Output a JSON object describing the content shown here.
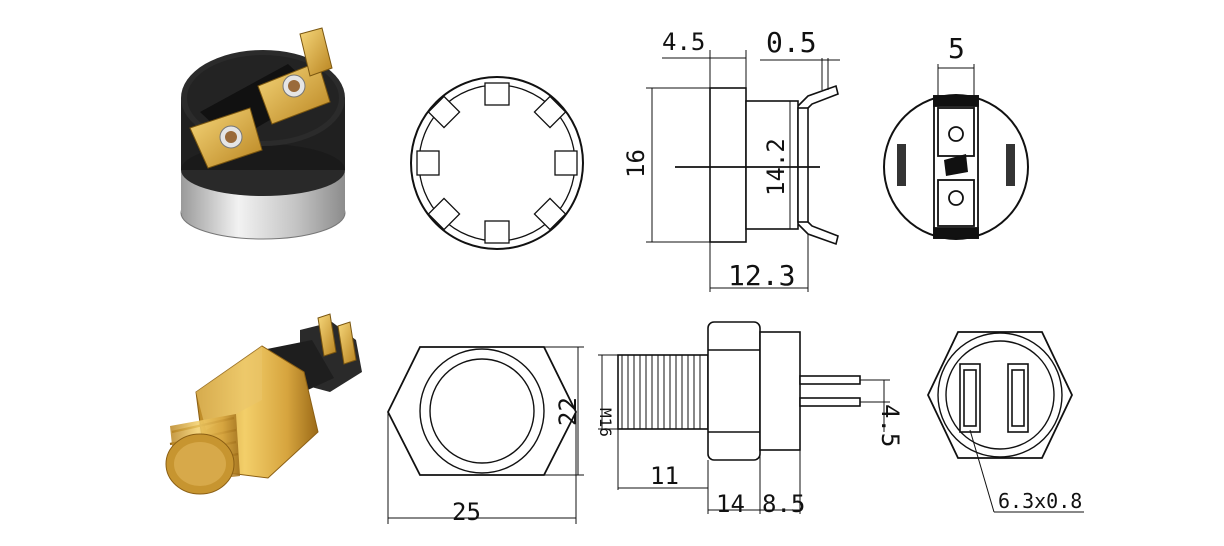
{
  "dimensions": {
    "top_side_width": "4.5",
    "top_terminal_thickness": "0.5",
    "top_bottom_width": "5",
    "top_height": "16",
    "top_inner_height": "14.2",
    "top_depth": "12.3",
    "bottom_thread": "M16",
    "bottom_hex_height": "22",
    "bottom_hex_width": "25",
    "bottom_pin_spacing": "4.5",
    "bottom_thread_length": "11",
    "bottom_hex_length": "14",
    "bottom_cap_length": "8.5",
    "bottom_terminal_size": "6.3x0.8"
  },
  "colors": {
    "line": "#111111",
    "brass": "#d9a640",
    "black_body": "#1c1c1c",
    "steel": "#c9c9c9"
  }
}
